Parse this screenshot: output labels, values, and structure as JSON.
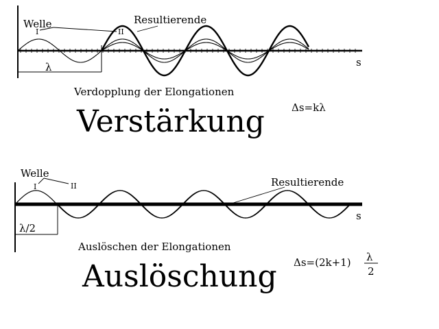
{
  "top": {
    "wave_label": "Welle",
    "wave_1": "I",
    "wave_2": "II",
    "result_label": "Resultierende",
    "axis_label": "s",
    "lambda_label": "λ",
    "caption": "Verdopplung der Elongationen",
    "heading": "Verstärkung",
    "formula": "Δs=kλ"
  },
  "bottom": {
    "wave_label": "Welle",
    "wave_1": "I",
    "wave_2": "II",
    "result_label": "Resultierende",
    "axis_label": "s",
    "half_lambda_label": "λ/2",
    "caption": "Auslöschen der Elongationen",
    "heading": "Auslöschung",
    "formula_prefix": "Δs=(2k+1)",
    "formula_num": "λ",
    "formula_den": "2"
  }
}
